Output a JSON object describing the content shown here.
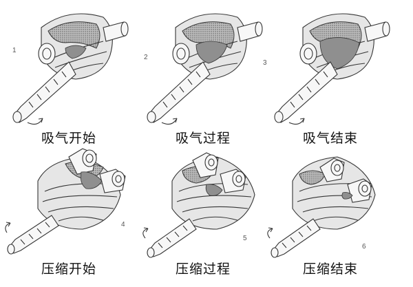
{
  "panels": [
    {
      "number": "1",
      "caption": "吸气开始",
      "row": "top"
    },
    {
      "number": "2",
      "caption": "吸气过程",
      "row": "top"
    },
    {
      "number": "3",
      "caption": "吸气结束",
      "row": "top"
    },
    {
      "number": "4",
      "caption": "压缩开始",
      "row": "bottom"
    },
    {
      "number": "5",
      "caption": "压缩过程",
      "row": "bottom"
    },
    {
      "number": "6",
      "caption": "压缩结束",
      "row": "bottom"
    }
  ]
}
